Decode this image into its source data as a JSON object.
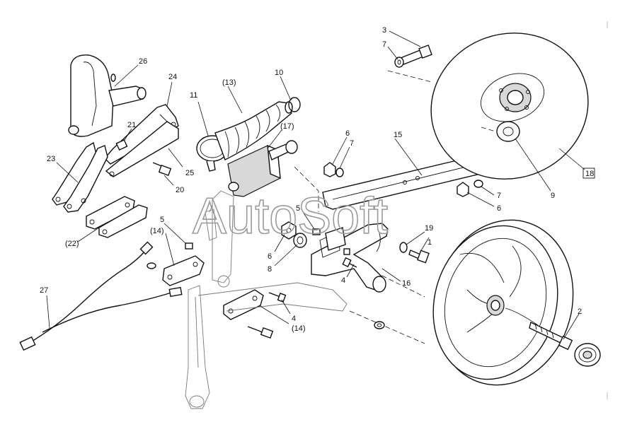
{
  "watermark": "AutoSoft",
  "labels": {
    "p1": "1",
    "p2": "2",
    "p3": "3",
    "p4a": "4",
    "p4b": "4",
    "p5a": "5",
    "p5b": "5",
    "p6a": "6",
    "p6b": "6",
    "p6c": "6",
    "p7a": "7",
    "p7b": "7",
    "p7c": "7",
    "p8": "8",
    "p9": "9",
    "p10": "10",
    "p11": "11",
    "p13": "(13)",
    "p14a": "(14)",
    "p14b": "(14)",
    "p15": "15",
    "p16": "16",
    "p17": "(17)",
    "p18": "18",
    "p19": "19",
    "p20": "20",
    "p21": "21",
    "p22": "(22)",
    "p23": "23",
    "p24": "24",
    "p25": "25",
    "p26": "26",
    "p27": "27"
  }
}
